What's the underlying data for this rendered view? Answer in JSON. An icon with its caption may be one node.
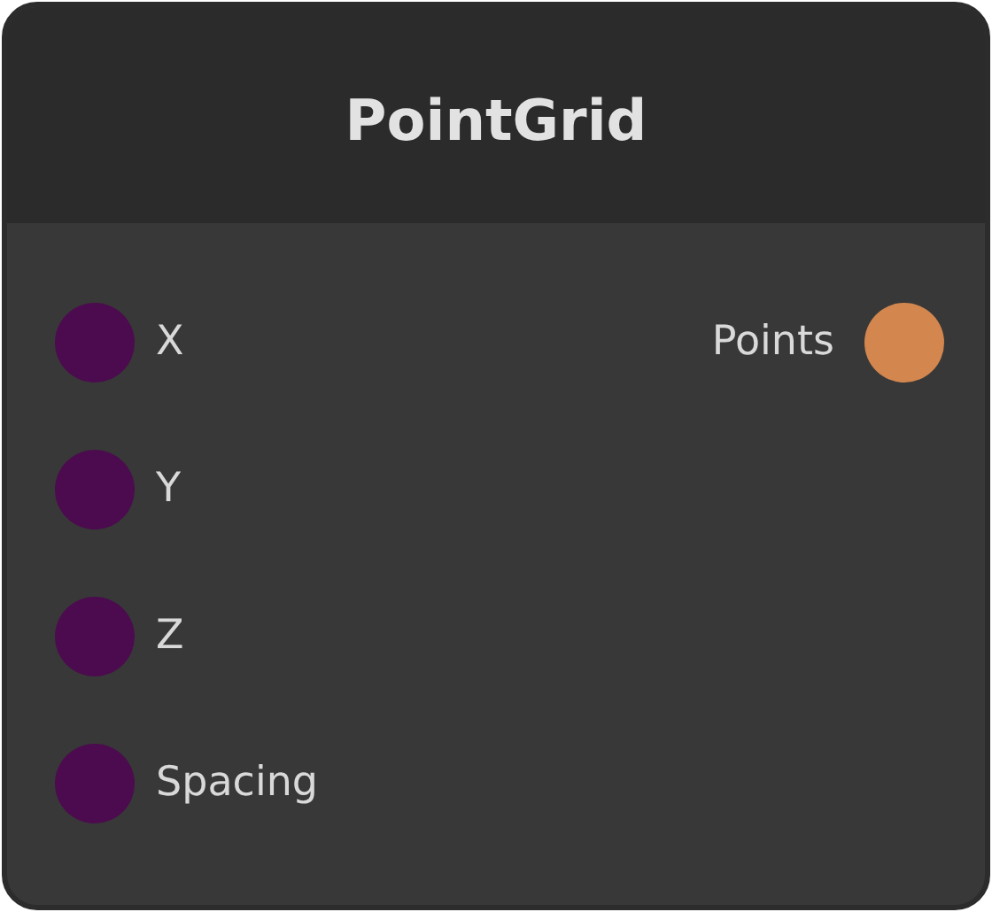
{
  "diagram": {
    "nodes": [
      {
        "text": [
          "PointGrid"
        ]
      },
      {
        "text": [],
        "shape": "circle",
        "in": 0,
        "beside": [
          "X"
        ]
      },
      {
        "text": [],
        "shape": "circle",
        "in": 0,
        "beside": [
          "Y"
        ]
      },
      {
        "text": [],
        "shape": "circle",
        "in": 0,
        "beside": [
          "Z"
        ]
      },
      {
        "text": [],
        "shape": "circle",
        "in": 0,
        "beside": [
          "Spacing"
        ]
      },
      {
        "text": [],
        "shape": "circle",
        "in": 0,
        "beside": [
          "Points"
        ]
      }
    ],
    "edges": []
  }
}
